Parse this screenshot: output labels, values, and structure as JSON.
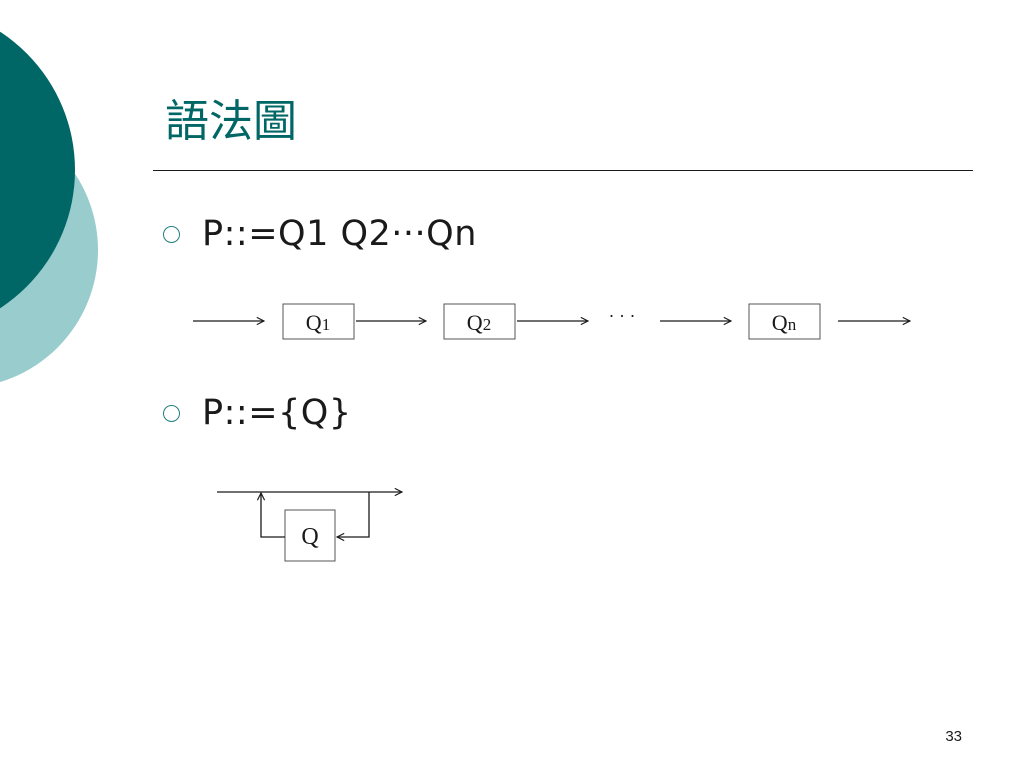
{
  "slide": {
    "title": "語法圖",
    "page_number": "33"
  },
  "bullets": [
    {
      "text": "P::=Q1 Q2···Qn"
    },
    {
      "text": "P::={Q}"
    }
  ],
  "sequence_diagram": {
    "boxes": [
      {
        "main": "Q",
        "sub": "1"
      },
      {
        "main": "Q",
        "sub": "2"
      },
      {
        "main": "Q",
        "sub": "n"
      }
    ],
    "ellipsis": "· · ·"
  },
  "repetition_diagram": {
    "box": "Q"
  },
  "colors": {
    "accent": "#006666",
    "deco_dark": "#006666",
    "deco_light": "#99cccc",
    "bullet": "#1f7f80"
  }
}
